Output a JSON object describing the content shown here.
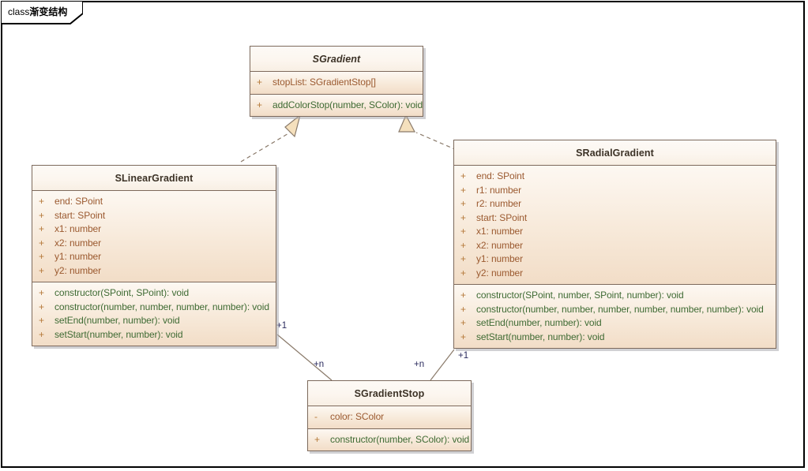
{
  "frame": {
    "tab_prefix": "class",
    "tab_title": "渐变结构"
  },
  "colors": {
    "box_border": "#7d6a5c",
    "header_fill": "#fdf8f2",
    "body_fill": "#f3e0cc",
    "attribute_text": "#9b5a30",
    "method_text": "#3f6b34",
    "visibility_text": "#b5793a",
    "title_text": "#3c3226",
    "multiplicity_text": "#2b2b5e",
    "connector_line": "#8a7a6a",
    "arrow_fill": "#f5e0bd"
  },
  "classes": [
    {
      "id": "sgradient",
      "name": "SGradient",
      "abstract": true,
      "attributes": [
        {
          "visibility": "+",
          "text": "stopList: SGradientStop[]"
        }
      ],
      "methods": [
        {
          "visibility": "+",
          "text": "addColorStop(number, SColor): void"
        }
      ]
    },
    {
      "id": "slineargradient",
      "name": "SLinearGradient",
      "abstract": false,
      "attributes": [
        {
          "visibility": "+",
          "text": "end: SPoint"
        },
        {
          "visibility": "+",
          "text": "start: SPoint"
        },
        {
          "visibility": "+",
          "text": "x1: number"
        },
        {
          "visibility": "+",
          "text": "x2: number"
        },
        {
          "visibility": "+",
          "text": "y1: number"
        },
        {
          "visibility": "+",
          "text": "y2: number"
        }
      ],
      "methods": [
        {
          "visibility": "+",
          "text": "constructor(SPoint, SPoint): void"
        },
        {
          "visibility": "+",
          "text": "constructor(number, number, number, number): void"
        },
        {
          "visibility": "+",
          "text": "setEnd(number, number): void"
        },
        {
          "visibility": "+",
          "text": "setStart(number, number): void"
        }
      ]
    },
    {
      "id": "sradialgradient",
      "name": "SRadialGradient",
      "abstract": false,
      "attributes": [
        {
          "visibility": "+",
          "text": "end: SPoint"
        },
        {
          "visibility": "+",
          "text": "r1: number"
        },
        {
          "visibility": "+",
          "text": "r2: number"
        },
        {
          "visibility": "+",
          "text": "start: SPoint"
        },
        {
          "visibility": "+",
          "text": "x1: number"
        },
        {
          "visibility": "+",
          "text": "x2: number"
        },
        {
          "visibility": "+",
          "text": "y1: number"
        },
        {
          "visibility": "+",
          "text": "y2: number"
        }
      ],
      "methods": [
        {
          "visibility": "+",
          "text": "constructor(SPoint, number, SPoint, number): void"
        },
        {
          "visibility": "+",
          "text": "constructor(number, number, number, number, number, number): void"
        },
        {
          "visibility": "+",
          "text": "setEnd(number, number): void"
        },
        {
          "visibility": "+",
          "text": "setStart(number, number): void"
        }
      ]
    },
    {
      "id": "sgradientstop",
      "name": "SGradientStop",
      "abstract": false,
      "attributes": [
        {
          "visibility": "-",
          "text": "color: SColor"
        }
      ],
      "methods": [
        {
          "visibility": "+",
          "text": "constructor(number, SColor): void"
        }
      ]
    }
  ],
  "relationships": [
    {
      "id": "rel-linear-gradient",
      "type": "generalization",
      "from": "SLinearGradient",
      "to": "SGradient",
      "style": "dashed",
      "arrow": "hollow-triangle"
    },
    {
      "id": "rel-radial-gradient",
      "type": "generalization",
      "from": "SRadialGradient",
      "to": "SGradient",
      "style": "dashed",
      "arrow": "hollow-triangle"
    },
    {
      "id": "rel-linear-stop",
      "type": "association",
      "from": "SLinearGradient",
      "to": "SGradientStop",
      "style": "solid",
      "source_multiplicity": "+1",
      "target_multiplicity": "+n"
    },
    {
      "id": "rel-radial-stop",
      "type": "association",
      "from": "SRadialGradient",
      "to": "SGradientStop",
      "style": "solid",
      "source_multiplicity": "+1",
      "target_multiplicity": "+n"
    }
  ],
  "multiplicity_labels": [
    {
      "id": "mult-linear-1",
      "text": "+1"
    },
    {
      "id": "mult-linear-n",
      "text": "+n"
    },
    {
      "id": "mult-radial-n",
      "text": "+n"
    },
    {
      "id": "mult-radial-1",
      "text": "+1"
    }
  ]
}
